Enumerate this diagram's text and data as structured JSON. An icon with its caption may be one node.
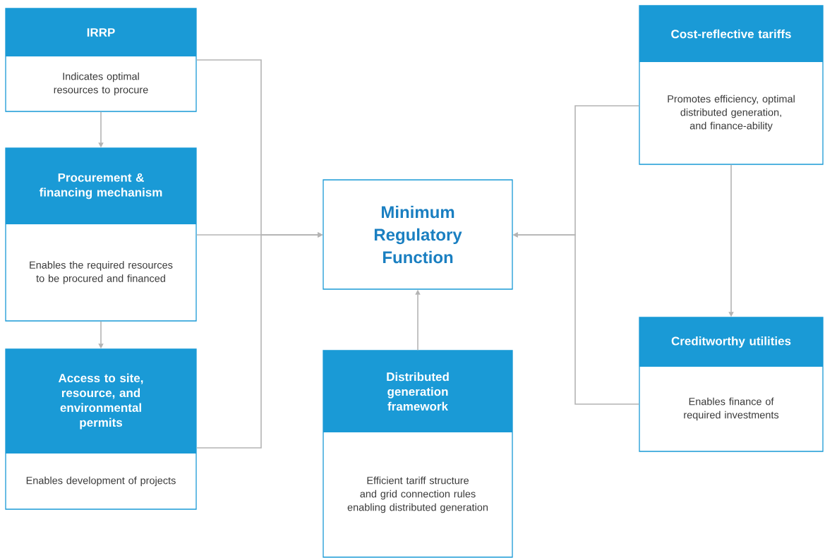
{
  "diagram": {
    "nodes": [
      {
        "text": [
          "IRRP",
          "Indicates optimal resources to procure"
        ]
      },
      {
        "text": [
          "Procurement & financing mechanism",
          "Enables the required resources to be procured and financed"
        ]
      },
      {
        "text": [
          "Access to site, resource, and environmental permits",
          "Enables development of projects"
        ]
      },
      {
        "text": [
          "Minimum Regulatory Function"
        ]
      },
      {
        "text": [
          "Distributed generation framework",
          "Efficient tariff structure and grid connection rules enabling distributed generation"
        ]
      },
      {
        "text": [
          "Cost-reflective tariffs",
          "Promotes efficiency, optimal distributed generation, and finance-ability"
        ]
      },
      {
        "text": [
          "Creditworthy utilities",
          "Enables finance of required investments"
        ]
      }
    ],
    "edges": [
      {
        "from": 0,
        "to": 1,
        "arrow": "to"
      },
      {
        "from": 1,
        "to": 2,
        "arrow": "to"
      },
      {
        "from": 0,
        "to": 3,
        "arrow": "to"
      },
      {
        "from": 1,
        "to": 3,
        "arrow": "to"
      },
      {
        "from": 2,
        "to": 3,
        "arrow": "to"
      },
      {
        "from": 4,
        "to": 3,
        "arrow": "to"
      },
      {
        "from": 5,
        "to": 6,
        "arrow": "to"
      },
      {
        "from": 5,
        "to": 3,
        "arrow": "to"
      },
      {
        "from": 6,
        "to": 3,
        "arrow": "to"
      }
    ]
  }
}
